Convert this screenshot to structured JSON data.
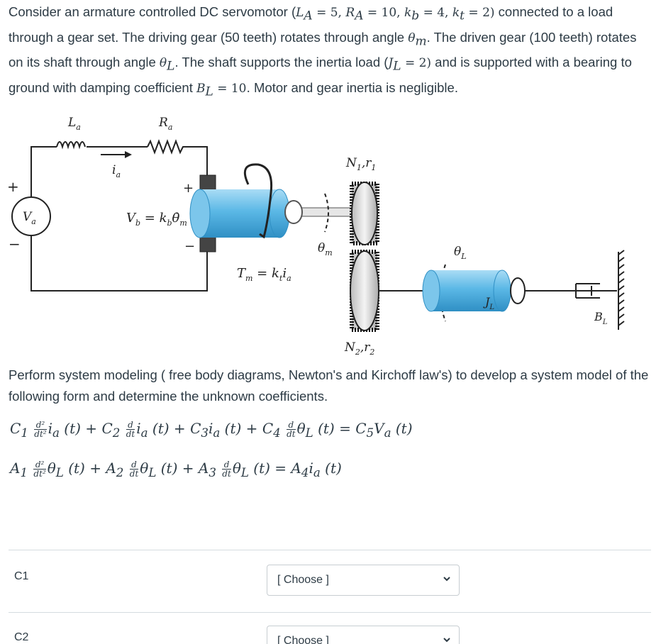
{
  "question": {
    "p1": "Consider an armature controlled DC servomotor (",
    "m_LA": "L",
    "sub_A1": "A",
    "v_LA": " = 5, ",
    "m_RA": "R",
    "sub_A2": "A",
    "v_RA": " = 10, ",
    "m_kb": "k",
    "sub_b": "b",
    "v_kb": " = 4, ",
    "m_kt": "k",
    "sub_t": "t",
    "v_kt": " = 2)",
    "p2": " connected to a load through a gear set. The driving gear (50 teeth) rotates through angle ",
    "theta_m": "θ",
    "sub_m": "m",
    "p3": ". The driven gear (100 teeth) rotates on its shaft through angle ",
    "theta_L": "θ",
    "sub_L": "L",
    "p4": ". The shaft supports the inertia load (",
    "m_JL": "J",
    "sub_L2": "L",
    "v_JL": " = 2)",
    "p5": " and is supported with a bearing to ground with damping coefficient ",
    "m_BL": "B",
    "sub_L3": "L",
    "v_BL": " = 10.",
    "p6": " Motor and gear inertia is negligible."
  },
  "diagram": {
    "La": "L",
    "La_sub": "a",
    "Ra": "R",
    "Ra_sub": "a",
    "ia": "i",
    "ia_sub": "a",
    "Va": "V",
    "Va_sub": "a",
    "plus1": "+",
    "minus1": "−",
    "plus2": "+",
    "minus2": "−",
    "vb_eq": "V",
    "vb_sub": "b",
    "vb_rest": " = k",
    "vb_sub2": "b",
    "vb_theta": "θ̇",
    "vb_sub3": "m",
    "tm_eq": "T",
    "tm_sub": "m",
    "tm_rest": " = k",
    "tm_sub2": "t",
    "tm_i": "i",
    "tm_sub3": "a",
    "N1r1": "N",
    "N1_sub": "1",
    "r1": ",r",
    "r1_sub": "1",
    "N2r2": "N",
    "N2_sub": "2",
    "r2": ",r",
    "r2_sub": "2",
    "theta_m": "θ",
    "theta_m_sub": "m",
    "theta_L": "θ",
    "theta_L_sub": "L",
    "JL": "J",
    "JL_sub": "L",
    "BL": "B",
    "BL_sub": "L"
  },
  "perform": "Perform system modeling ( free body diagrams, Newton's and Kirchoff law's) to develop a system model of the following form and determine the unknown coefficients.",
  "equations": {
    "eq1": {
      "C1": "C",
      "C1s": "1",
      "d2": "d²",
      "dt2": "dt²",
      "ia1": "i",
      "a1": "a",
      "t1": " (t) + ",
      "C2": "C",
      "C2s": "2",
      "d": "d",
      "dt": "dt",
      "ia2": "i",
      "a2": "a",
      "t2": " (t) + ",
      "C3": "C",
      "C3s": "3",
      "ia3": "i",
      "a3": "a",
      "t3": " (t) + ",
      "C4": "C",
      "C4s": "4",
      "th": "θ",
      "L": "L",
      "t4": " (t) = ",
      "C5": "C",
      "C5s": "5",
      "V": "V",
      "Va": "a",
      "t5": " (t)"
    },
    "eq2": {
      "A1": "A",
      "A1s": "1",
      "d2": "d²",
      "dt2": "dt²",
      "th1": "θ",
      "L1": "L",
      "t1": " (t) + ",
      "A2": "A",
      "A2s": "2",
      "d": "d",
      "dt": "dt",
      "th2": "θ",
      "L2": "L",
      "t2": " (t) + ",
      "A3": "A",
      "A3s": "3",
      "th3": "θ",
      "L3": "L",
      "t3": " (t) = ",
      "A4": "A",
      "A4s": "4",
      "i": "i",
      "a": "a",
      "t4": " (t)"
    }
  },
  "answers": [
    {
      "label": "C1",
      "value": "[ Choose ]"
    },
    {
      "label": "C2",
      "value": "[ Choose ]"
    }
  ],
  "colors": {
    "cylinder": "#5bb8e6",
    "gear": "#2b2b2b",
    "text": "#2d3b45"
  }
}
